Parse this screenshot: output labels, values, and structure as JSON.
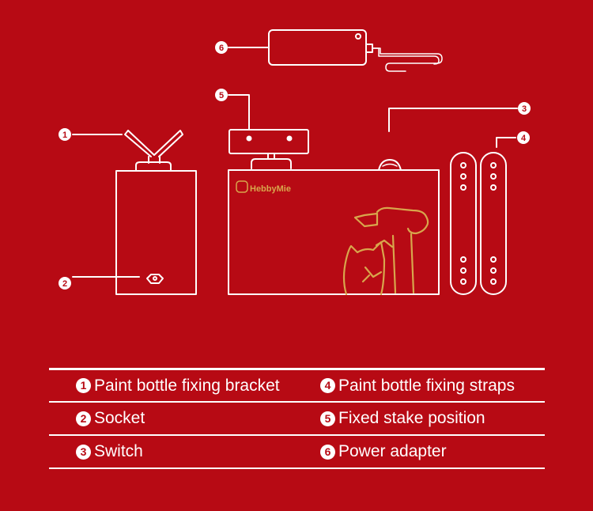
{
  "colors": {
    "background": "#b70a14",
    "line": "#ffffff",
    "brand_gold": "#d8a64c"
  },
  "brand": {
    "logo_text": "HebbyMie"
  },
  "callouts": [
    "1",
    "2",
    "3",
    "4",
    "5",
    "6"
  ],
  "legend": {
    "rows": [
      {
        "left": {
          "num": "1",
          "label": "Paint bottle fixing bracket"
        },
        "right": {
          "num": "4",
          "label": "Paint bottle fixing straps"
        }
      },
      {
        "left": {
          "num": "2",
          "label": "Socket"
        },
        "right": {
          "num": "5",
          "label": "Fixed stake position"
        }
      },
      {
        "left": {
          "num": "3",
          "label": "Switch"
        },
        "right": {
          "num": "6",
          "label": "Power adapter"
        }
      }
    ]
  }
}
